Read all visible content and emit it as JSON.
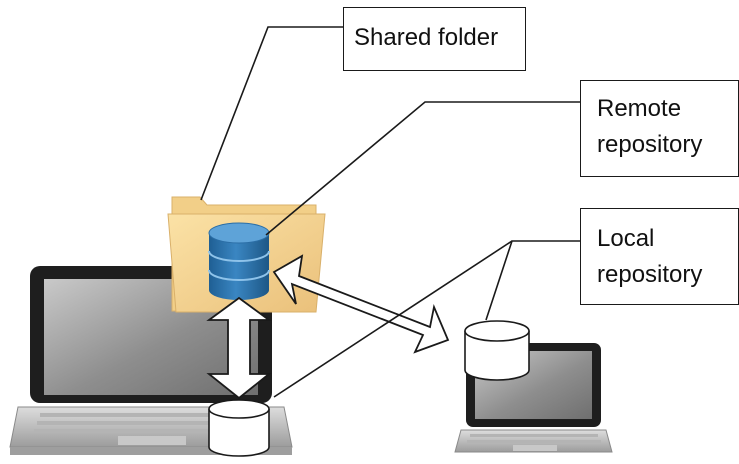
{
  "callouts": {
    "shared_folder": [
      "Shared folder"
    ],
    "remote_repository": [
      "Remote",
      "repository"
    ],
    "local_repository": [
      "Local",
      "repository"
    ]
  },
  "icons": {
    "folder": "folder-icon",
    "remote_database": "database-icon",
    "local_database": "cylinder-icon",
    "laptop": "laptop-icon"
  },
  "colors": {
    "folder": "#f5d48f",
    "database": "#2f75ad",
    "laptop_body": "#222222",
    "screen": "#9a9a9a",
    "line": "#1a1a1a"
  }
}
